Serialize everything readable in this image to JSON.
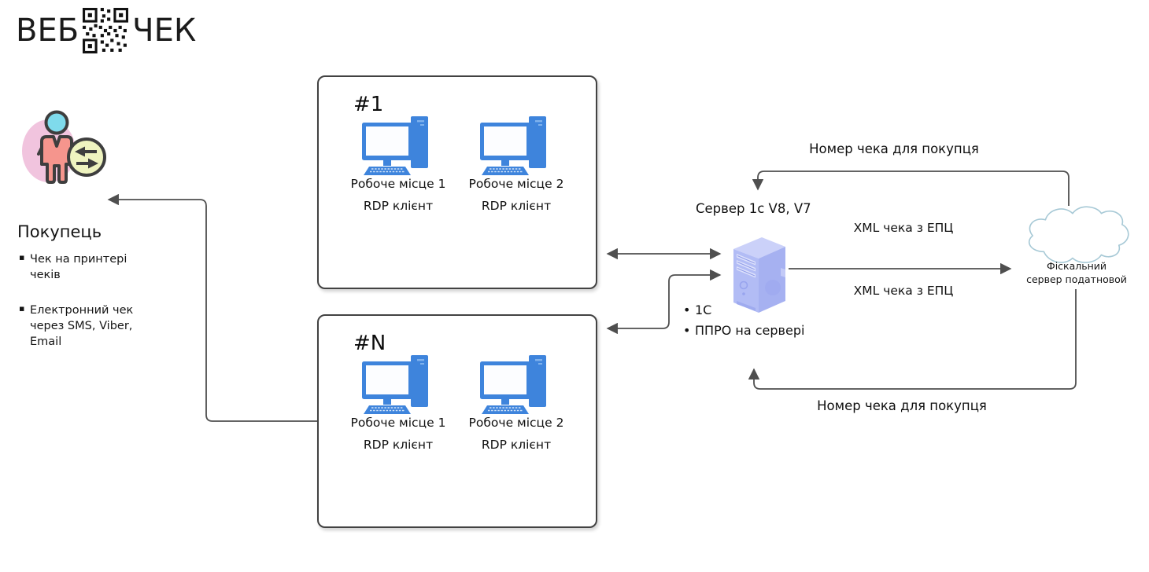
{
  "logo": {
    "text_left": "ВЕБ",
    "text_right": "ЧЕК",
    "qr_icon": "qr-code-icon"
  },
  "buyer": {
    "icon": "person-exchange-icon",
    "title": "Покупець",
    "bullets": [
      "Чек на принтері чеків",
      "Електронний чек через SMS, Viber, Email"
    ]
  },
  "workgroups": [
    {
      "label": "#1",
      "workstations": [
        {
          "name": "Робоче місце 1",
          "role": "RDP клієнт"
        },
        {
          "name": "Робоче місце 2",
          "role": "RDP клієнт"
        }
      ]
    },
    {
      "label": "#N",
      "workstations": [
        {
          "name": "Робоче місце 1",
          "role": "RDP клієнт"
        },
        {
          "name": "Робоче місце 2",
          "role": "RDP клієнт"
        }
      ]
    }
  ],
  "server": {
    "icon": "server-tower-icon",
    "title": "Сервер 1с V8, V7",
    "bullets": [
      "1С",
      "ППРО на сервері"
    ]
  },
  "fiscal_cloud": {
    "icon": "cloud-icon",
    "label": "Фіскальний сервер податновой",
    "line1": "Фіскальний",
    "line2": "сервер податновой"
  },
  "connections": {
    "receipt_number_top": "Номер чека для покупця",
    "xml_check_top": "XML чека з ЕПЦ",
    "xml_check_bottom": "XML чека з ЕПЦ",
    "receipt_number_bottom": "Номер чека для покупця"
  },
  "colors": {
    "workstation_blue": "#3E84DC",
    "server_purple_front": "#B2BCF5",
    "server_purple_side": "#A6B1F1",
    "server_purple_top": "#CBD1F9",
    "cloud_stroke": "#A7C9D6",
    "connector_gray": "#4F4F4F",
    "box_border": "#424242",
    "person_body": "#F5958D",
    "person_head": "#7FDBEC",
    "person_halo": "#F1C4DE",
    "exchange_badge": "#EEF3BF"
  }
}
